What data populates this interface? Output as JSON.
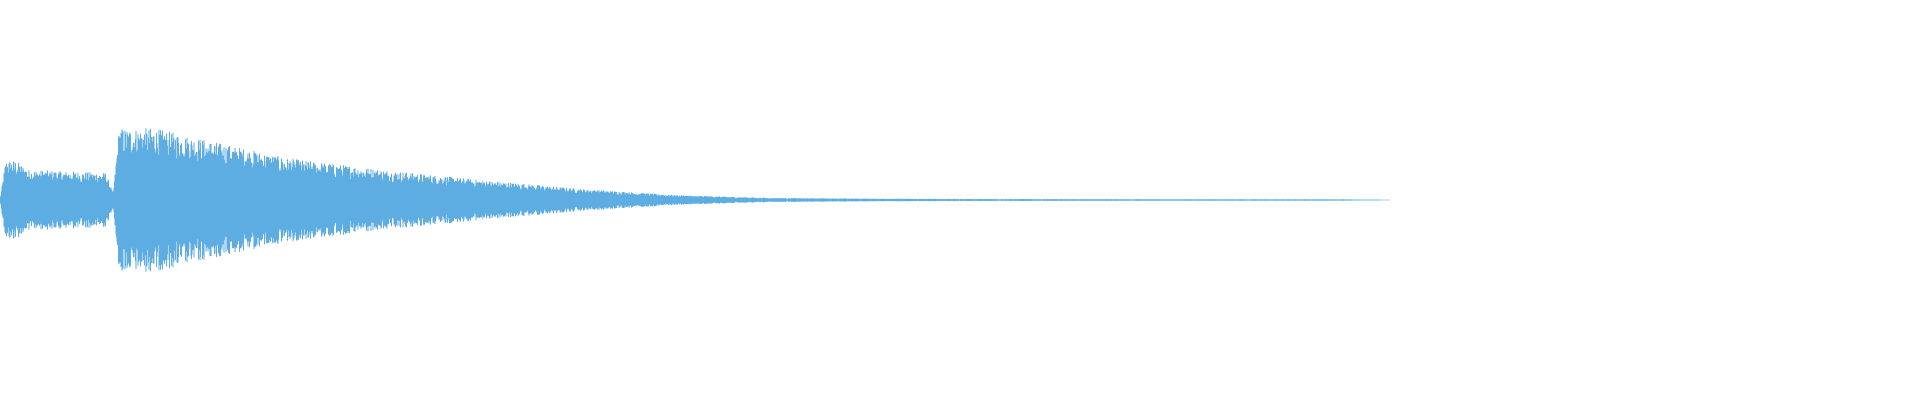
{
  "waveform": {
    "color": "#5DADE2",
    "background": "#FFFFFF",
    "envelope": [
      {
        "t": 0.0,
        "amp": 0.0
      },
      {
        "t": 0.003,
        "amp": 0.55
      },
      {
        "t": 0.008,
        "amp": 0.55
      },
      {
        "t": 0.015,
        "amp": 0.42
      },
      {
        "t": 0.055,
        "amp": 0.38
      },
      {
        "t": 0.059,
        "amp": 0.1
      },
      {
        "t": 0.062,
        "amp": 1.0
      },
      {
        "t": 0.08,
        "amp": 1.0
      },
      {
        "t": 0.11,
        "amp": 0.82
      },
      {
        "t": 0.15,
        "amp": 0.58
      },
      {
        "t": 0.2,
        "amp": 0.42
      },
      {
        "t": 0.25,
        "amp": 0.28
      },
      {
        "t": 0.3,
        "amp": 0.16
      },
      {
        "t": 0.35,
        "amp": 0.07
      },
      {
        "t": 0.4,
        "amp": 0.03
      },
      {
        "t": 0.45,
        "amp": 0.02
      },
      {
        "t": 0.5,
        "amp": 0.015
      },
      {
        "t": 0.6,
        "amp": 0.012
      },
      {
        "t": 0.7,
        "amp": 0.01
      },
      {
        "t": 0.72,
        "amp": 0.0
      },
      {
        "t": 1.0,
        "amp": 0.0
      }
    ]
  }
}
